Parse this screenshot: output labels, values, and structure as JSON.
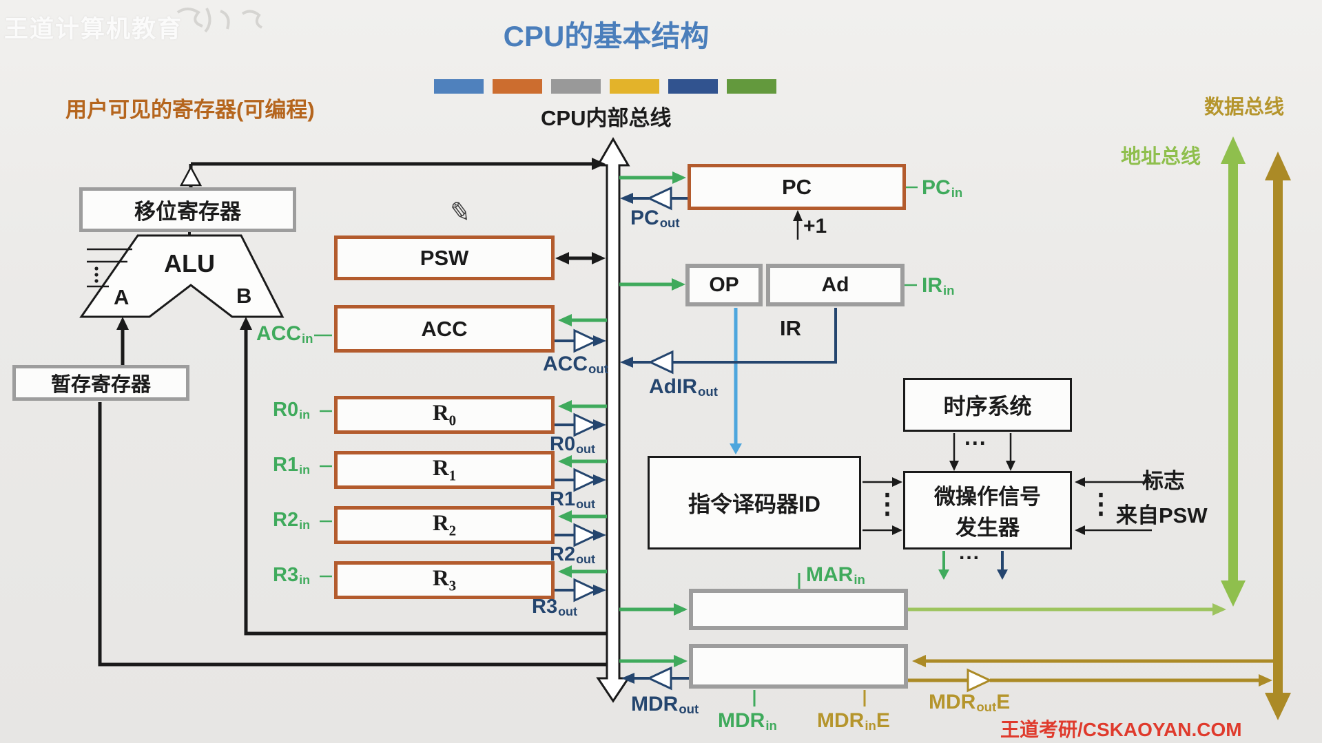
{
  "watermark_top": "王道计算机教育",
  "watermark_bottom": "王道考研/CSKAOYAN.COM",
  "title": "CPU的基本结构",
  "header_bar_colors": [
    "#4f81bd",
    "#cc6d2f",
    "#999999",
    "#e3b32a",
    "#31538f",
    "#63993d"
  ],
  "labels": {
    "user_visible": "用户可见的寄存器(可编程)",
    "internal_bus": "CPU内部总线",
    "data_bus": "数据总线",
    "address_bus": "地址总线",
    "shift_register": "移位寄存器",
    "temp_register": "暂存寄存器",
    "alu": "ALU",
    "alu_a": "A",
    "alu_b": "B",
    "psw": "PSW",
    "acc": "ACC",
    "pc": "PC",
    "plus_one": "+1",
    "op": "OP",
    "ad": "Ad",
    "ir": "IR",
    "id_box": "指令译码器ID",
    "timing": "时序系统",
    "micro_op_line1": "微操作信号",
    "micro_op_line2": "发生器",
    "flag": "标志",
    "from_psw": "来自PSW",
    "dots_h": "...",
    "dots_v": "⋮"
  },
  "signals": {
    "pc_in": {
      "base": "PC",
      "sub": "in"
    },
    "pc_out": {
      "base": "PC",
      "sub": "out"
    },
    "ir_in": {
      "base": "IR",
      "sub": "in"
    },
    "adir_out": {
      "base": "AdIR",
      "sub": "out"
    },
    "acc_in": {
      "base": "ACC",
      "sub": "in"
    },
    "acc_out": {
      "base": "ACC",
      "sub": "out"
    },
    "mar_in": {
      "base": "MAR",
      "sub": "in"
    },
    "mdr_out": {
      "base": "MDR",
      "sub": "out"
    },
    "mdr_in": {
      "base": "MDR",
      "sub": "in"
    },
    "mdr_in_e": {
      "base": "MDR",
      "sub": "in",
      "suffix": "E"
    },
    "mdr_out_e": {
      "base": "MDR",
      "sub": "out",
      "suffix": "E"
    }
  },
  "registers": [
    {
      "label": {
        "base": "R",
        "sub": "0"
      },
      "in_signal": {
        "base": "R0",
        "sub": "in"
      },
      "out_signal": {
        "base": "R0",
        "sub": "out"
      }
    },
    {
      "label": {
        "base": "R",
        "sub": "1"
      },
      "in_signal": {
        "base": "R1",
        "sub": "in"
      },
      "out_signal": {
        "base": "R1",
        "sub": "out"
      }
    },
    {
      "label": {
        "base": "R",
        "sub": "2"
      },
      "in_signal": {
        "base": "R2",
        "sub": "in"
      },
      "out_signal": {
        "base": "R2",
        "sub": "out"
      }
    },
    {
      "label": {
        "base": "R",
        "sub": "3"
      },
      "in_signal": {
        "base": "R3",
        "sub": "in"
      },
      "out_signal": {
        "base": "R3",
        "sub": "out"
      }
    }
  ],
  "icons": {
    "pencil": "✎"
  },
  "colors": {
    "title_blue": "#4a7ebb",
    "heading_orange": "#b5651d",
    "register_border_orange": "#b35b2d",
    "box_border_gray": "#9d9d9d",
    "signal_green": "#3faa5c",
    "signal_navy": "#24456e",
    "decode_blue": "#4da6dd",
    "address_bus_green": "#8fbf4d",
    "data_bus_olive": "#ab8a26",
    "mar_line_green": "#9dc45e",
    "watermark_red": "#df3a2c"
  }
}
